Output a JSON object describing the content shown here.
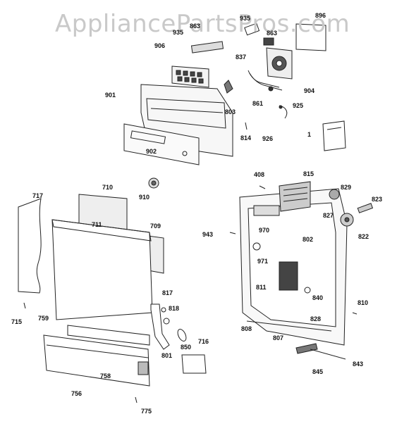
{
  "watermark": "AppliancePartsPros.com",
  "callouts": {
    "c896": "896",
    "c935a": "935",
    "c863a": "863",
    "c935b": "935",
    "c863b": "863",
    "c906": "906",
    "c837": "837",
    "c904": "904",
    "c901": "901",
    "c803": "803",
    "c861": "861",
    "c925": "925",
    "c814": "814",
    "c926": "926",
    "c1": "1",
    "c902": "902",
    "c910": "910",
    "c717": "717",
    "c710": "710",
    "c711": "711",
    "c709": "709",
    "c715": "715",
    "c759": "759",
    "c817": "817",
    "c818": "818",
    "c716": "716",
    "c850": "850",
    "c801": "801",
    "c758": "758",
    "c756": "756",
    "c775": "775",
    "c408": "408",
    "c815": "815",
    "c829": "829",
    "c823": "823",
    "c827": "827",
    "c822": "822",
    "c943": "943",
    "c970": "970",
    "c802": "802",
    "c971": "971",
    "c811": "811",
    "c840": "840",
    "c828": "828",
    "c810": "810",
    "c808": "808",
    "c807": "807",
    "c845": "845",
    "c843": "843"
  }
}
